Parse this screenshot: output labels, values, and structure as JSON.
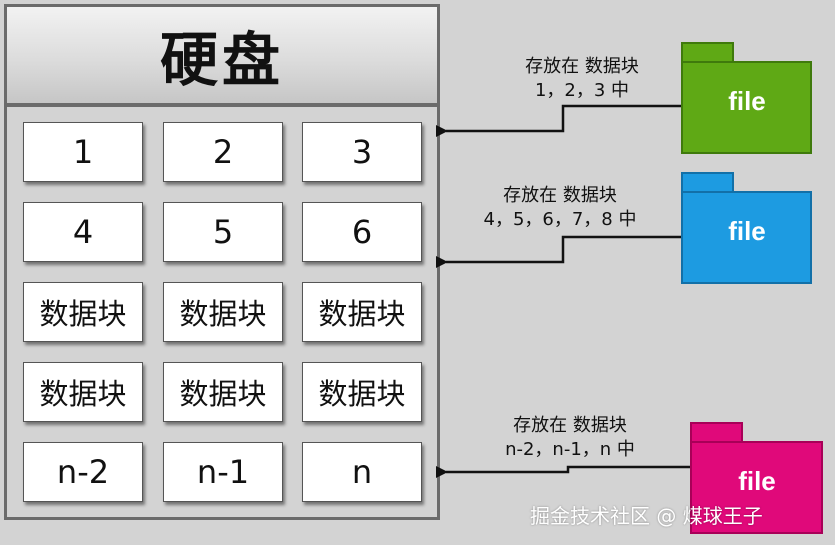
{
  "disk": {
    "title": "硬盘",
    "blocks": [
      "1",
      "2",
      "3",
      "4",
      "5",
      "6",
      "数据块",
      "数据块",
      "数据块",
      "数据块",
      "数据块",
      "数据块",
      "n-2",
      "n-1",
      "n"
    ]
  },
  "files": [
    {
      "label": "file",
      "color": "#5fa915",
      "caption_line1": "存放在 数据块",
      "caption_line2": "1，2，3 中"
    },
    {
      "label": "file",
      "color": "#1d9be1",
      "caption_line1": "存放在 数据块",
      "caption_line2": "4，5，6，7，8 中"
    },
    {
      "label": "file",
      "color": "#e0097a",
      "caption_line1": "存放在 数据块",
      "caption_line2": "n-2，n-1，n 中"
    }
  ],
  "watermark": "掘金技术社区 @ 煤球王子"
}
